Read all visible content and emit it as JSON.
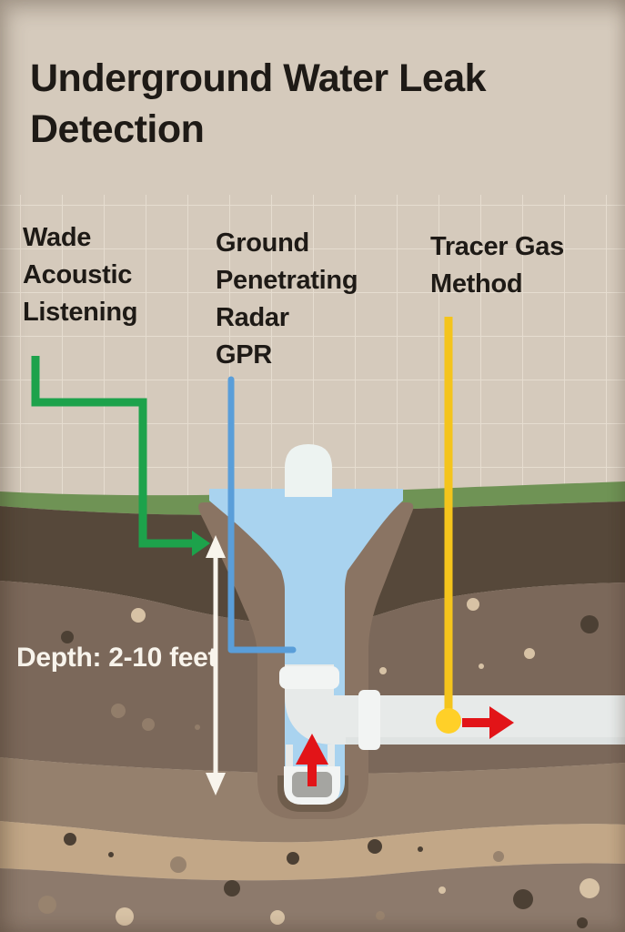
{
  "title": {
    "lines": [
      "Underground Water Leak",
      "Detection"
    ]
  },
  "methods": [
    {
      "name": "Wade Acoustic Listening",
      "label_lines": [
        "Wade",
        "Acoustic",
        "Listening"
      ],
      "line_color_key": "acoustic_line"
    },
    {
      "name": "Ground Penetrating Radar GPR",
      "label_lines": [
        "Ground",
        "Penetrating",
        "Radar",
        "GPR"
      ],
      "line_color_key": "gpr_line"
    },
    {
      "name": "Tracer Gas Method",
      "label_lines": [
        "Tracer Gas",
        "Method"
      ],
      "line_color_key": "tracer_line"
    }
  ],
  "depth": {
    "label": "Depth: 2-10 feet"
  },
  "colors": {
    "background": "#d5cabc",
    "grid_line": "#e9e1d4",
    "title_text": "#1e1a16",
    "label_text": "#1e1a16",
    "depth_text": "#f8f4ec",
    "grass": "#6f9355",
    "topsoil_dark": "#56483a",
    "subsoil": "#7b685a",
    "subsoil_light": "#95806d",
    "sand": "#c2a787",
    "bottom_soil": "#8d7a6c",
    "trench_wall": "#8a7463",
    "trench_floor": "#6f5d4c",
    "water": "#a9d3ef",
    "pipe": "#e7eae9",
    "pipe_shade": "#d8dddc",
    "pipe_fitting": "#f2f4f3",
    "pipe_cap_inner": "#a5a5a1",
    "dome": "#edf3f1",
    "acoustic_line": "#1da24b",
    "gpr_line": "#5a9ed9",
    "tracer_line": "#f4c41c",
    "tracer_ball": "#ffd028",
    "leak_arrow": "#e21418",
    "depth_arrow": "#f8f4ec",
    "pebble_dark": "#4c4034",
    "pebble_light": "#d7c2a5",
    "pebble_mid": "#98836e"
  }
}
